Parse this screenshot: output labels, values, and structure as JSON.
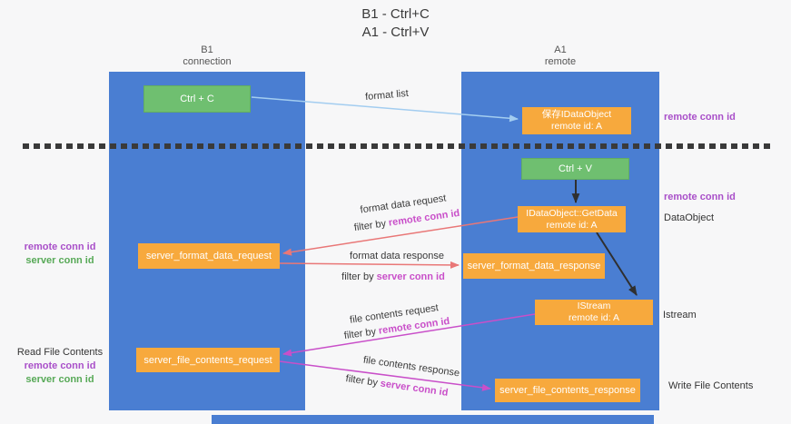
{
  "title": {
    "line1": "B1 - Ctrl+C",
    "line2": "A1 - Ctrl+V"
  },
  "columns": {
    "left": {
      "name": "B1",
      "role": "connection"
    },
    "right": {
      "name": "A1",
      "role": "remote"
    }
  },
  "nodes": {
    "ctrl_c": "Ctrl + C",
    "ctrl_v": "Ctrl + V",
    "save_idataobject": {
      "line1": "保存IDataObject",
      "line2": "remote id: A"
    },
    "getdata": {
      "line1": "IDataObject::GetData",
      "line2": "remote id: A"
    },
    "istream": {
      "line1": "IStream",
      "line2": "remote id: A"
    },
    "format_request": "server_format_data_request",
    "format_response": "server_format_data_response",
    "file_request": "server_file_contents_request",
    "file_response": "server_file_contents_response"
  },
  "edge_labels": {
    "format_list": "format list",
    "format_data_request": "format data request",
    "format_data_response": "format data response",
    "file_contents_request": "file contents request",
    "file_contents_response": "file contents response",
    "filter_by": "filter by",
    "remote_conn_id": "remote conn id",
    "server_conn_id": "server conn id"
  },
  "side_labels": {
    "remote_conn_id": "remote conn id",
    "server_conn_id": "server conn id",
    "dataobject": "DataObject",
    "istream": "Istream",
    "read_file_contents": "Read File Contents",
    "write_file_contents": "Write File Contents"
  },
  "colors": {
    "column_blue": "#4a7ed2",
    "box_green": "#6fbf70",
    "box_orange": "#f7a93d",
    "arrow_light_blue": "#a3cdf0",
    "arrow_red": "#e97777",
    "arrow_magenta": "#c94fc9",
    "arrow_black": "#2f2f2f",
    "label_purple": "#a94fc9",
    "label_green": "#57a957",
    "text_dark": "#3a3a3a"
  }
}
